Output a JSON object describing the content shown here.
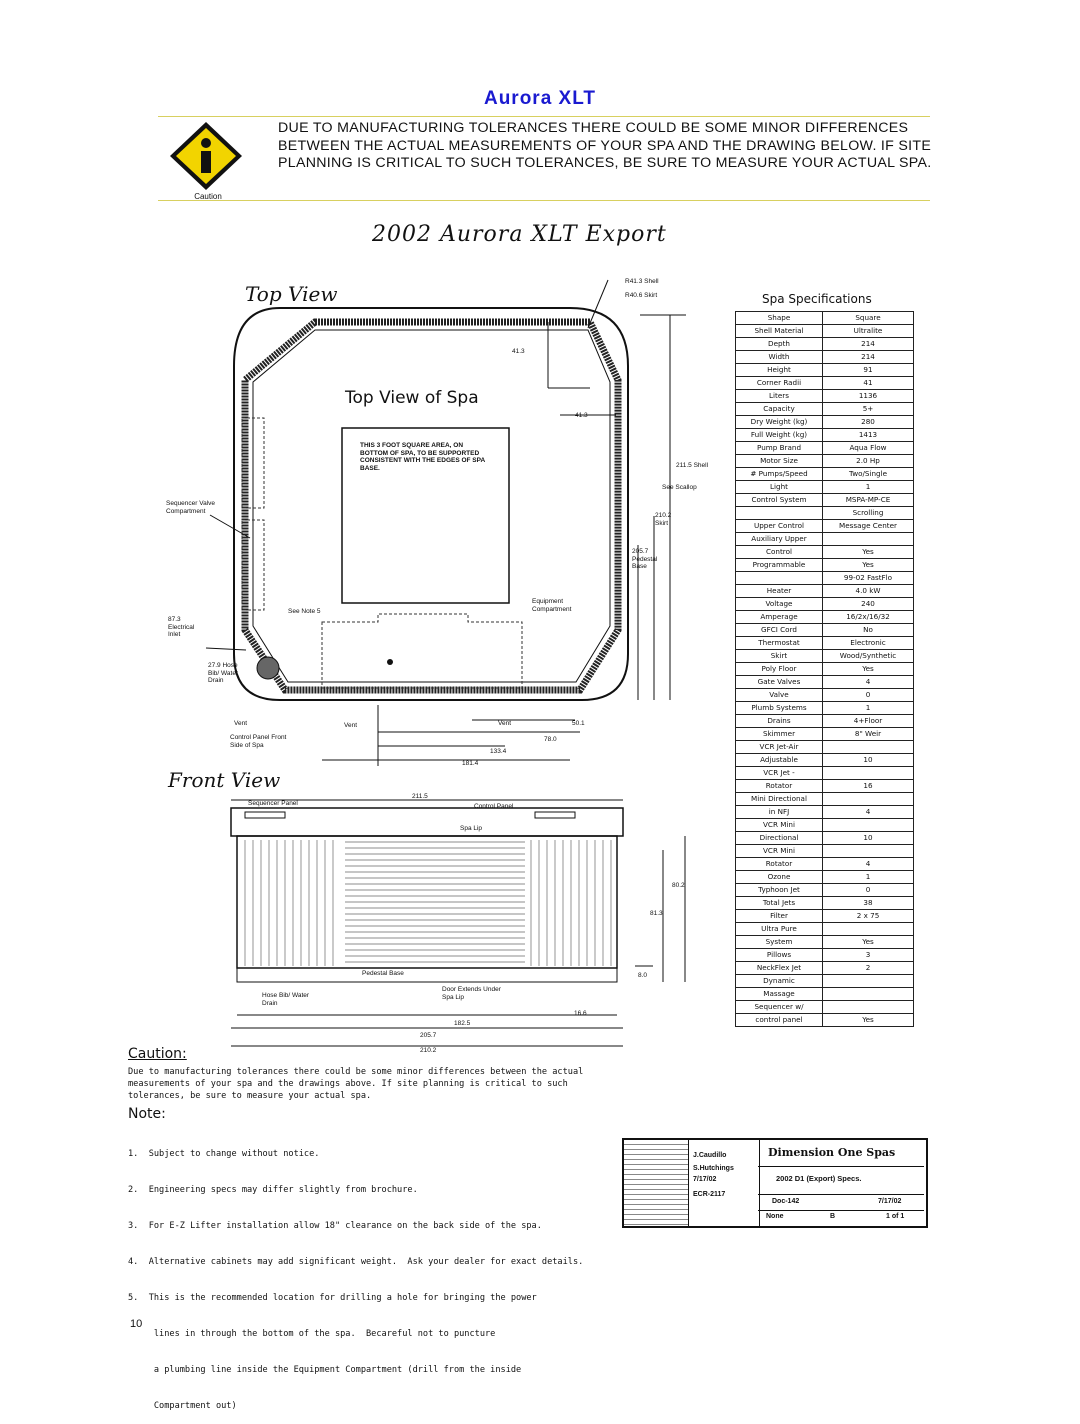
{
  "header": {
    "title": "Aurora XLT",
    "caution_text": "DUE TO MANUFACTURING TOLERANCES THERE COULD BE SOME MINOR DIFFERENCES BETWEEN THE ACTUAL MEASUREMENTS OF YOUR SPA AND THE DRAWING BELOW. IF SITE PLANNING IS CRITICAL TO SUCH TOLERANCES, BE SURE TO MEASURE YOUR ACTUAL SPA.",
    "caution_icon_label": "Caution"
  },
  "drawing": {
    "title": "2002 Aurora XLT Export",
    "top_view_title": "Top View",
    "top_view_of_spa": "Top View of Spa",
    "square_area_note": "THIS 3 FOOT SQUARE AREA, ON BOTTOM OF SPA, TO BE SUPPORTED CONSISTENT WITH THE EDGES OF SPA BASE.",
    "dims": {
      "r_shell": "R41.3 Shell",
      "r_skirt": "R40.6 Skirt",
      "d41_3a": "41.3",
      "d41_3b": "41.3",
      "d211_5_shell": "211.5 Shell",
      "see_scallop": "See Scallop",
      "d210_2_skirt": "210.2 Skirt",
      "d205_7_ped": "205.7 Pedestal Base",
      "sequencer_valve": "Sequencer Valve Compartment",
      "d87_3": "87.3 Electrical Inlet",
      "see_note_5": "See Note 5",
      "equip_comp": "Equipment Compartment",
      "d27_9": "27.9 Hose Bib/ Water Drain",
      "vent_left": "Vent",
      "vent_mid": "Vent",
      "vent_right": "Vent",
      "control_panel": "Control Panel Front Side of Spa",
      "d50_1": "50.1",
      "d78_0": "78.0",
      "d133_4": "133.4",
      "d181_4": "181.4"
    },
    "front_view_title": "Front View",
    "front": {
      "sequencer_panel": "Sequencer Panel",
      "control_panel": "Control Panel",
      "d211_5": "211.5",
      "spa_lip": "Spa Lip",
      "d80_2": "80.2",
      "d81_3": "81.3",
      "d8_0": "8.0",
      "pedestal_base": "Pedestal Base",
      "hose_bib": "Hose Bib/ Water Drain",
      "door_extends": "Door Extends Under Spa Lip",
      "d16_6": "16.6",
      "d182_5": "182.5",
      "d205_7": "205.7",
      "d210_2": "210.2"
    }
  },
  "specs": {
    "title": "Spa Specifications",
    "rows": [
      [
        "Shape",
        "Square"
      ],
      [
        "Shell Material",
        "Ultralite"
      ],
      [
        "Depth",
        "214"
      ],
      [
        "Width",
        "214"
      ],
      [
        "Height",
        "91"
      ],
      [
        "Corner Radii",
        "41"
      ],
      [
        "Liters",
        "1136"
      ],
      [
        "Capacity",
        "5+"
      ],
      [
        "Dry Weight (kg)",
        "280"
      ],
      [
        "Full Weight (kg)",
        "1413"
      ],
      [
        "Pump Brand",
        "Aqua Flow"
      ],
      [
        "Motor Size",
        "2.0 Hp"
      ],
      [
        "# Pumps/Speed",
        "Two/Single"
      ],
      [
        "Light",
        "1"
      ],
      [
        "Control System",
        "MSPA-MP-CE"
      ],
      [
        "",
        "Scrolling"
      ],
      [
        "Upper Control",
        "Message Center"
      ],
      [
        "Auxiliary Upper",
        ""
      ],
      [
        "Control",
        "Yes"
      ],
      [
        "Programmable",
        "Yes"
      ],
      [
        "",
        "99-02 FastFlo"
      ],
      [
        "Heater",
        "4.0 kW"
      ],
      [
        "Voltage",
        "240"
      ],
      [
        "Amperage",
        "16/2x/16/32"
      ],
      [
        "GFCI Cord",
        "No"
      ],
      [
        "Thermostat",
        "Electronic"
      ],
      [
        "Skirt",
        "Wood/Synthetic"
      ],
      [
        "Poly Floor",
        "Yes"
      ],
      [
        "Gate Valves",
        "4"
      ],
      [
        "Valve",
        "0"
      ],
      [
        "Plumb Systems",
        "1"
      ],
      [
        "Drains",
        "4+Floor"
      ],
      [
        "Skimmer",
        "8\" Weir"
      ],
      [
        "VCR Jet-Air",
        ""
      ],
      [
        "Adjustable",
        "10"
      ],
      [
        "VCR Jet -",
        ""
      ],
      [
        "Rotator",
        "16"
      ],
      [
        "Mini Directional",
        ""
      ],
      [
        "in NFJ",
        "4"
      ],
      [
        "VCR Mini",
        ""
      ],
      [
        "Directional",
        "10"
      ],
      [
        "VCR Mini",
        ""
      ],
      [
        "Rotator",
        "4"
      ],
      [
        "Ozone",
        "1"
      ],
      [
        "Typhoon Jet",
        "0"
      ],
      [
        "Total Jets",
        "38"
      ],
      [
        "Filter",
        "2 x 75"
      ],
      [
        "Ultra Pure",
        ""
      ],
      [
        "System",
        "Yes"
      ],
      [
        "Pillows",
        "3"
      ],
      [
        "NeckFlex Jet",
        "2"
      ],
      [
        "Dynamic",
        ""
      ],
      [
        "Massage",
        ""
      ],
      [
        "Sequencer w/",
        ""
      ],
      [
        "control panel",
        "Yes"
      ]
    ]
  },
  "caution_block": {
    "heading": "Caution:",
    "text": "Due to manufacturing tolerances there could be some minor differences between the actual measurements of your spa and the drawings above. If site planning is critical to such tolerances, be sure to measure your actual spa."
  },
  "note_block": {
    "heading": "Note:",
    "items": [
      "1.  Subject to change without notice.",
      "2.  Engineering specs may differ slightly from brochure.",
      "3.  For E-Z Lifter installation allow 18\" clearance on the back side of the spa.",
      "4.  Alternative cabinets may add significant weight.  Ask your dealer for exact details.",
      "5.  This is the recommended location for drilling a hole for bringing the power",
      "     lines in through the bottom of the spa.  Becareful not to puncture",
      "     a plumbing line inside the Equipment Compartment (drill from the inside",
      "     Compartment out)"
    ]
  },
  "title_block": {
    "drawn_by": "J.Caudillo",
    "engineer": "S.Hutchings",
    "date1": "7/17/02",
    "ecr": "ECR-2117",
    "company": "Dimension One Spas",
    "drawing_title": "2002 D1 (Export) Specs.",
    "doc_no": "Doc-142",
    "rev_date": "7/17/02",
    "scale": "None",
    "rev": "B",
    "sheet": "1 of 1"
  },
  "footer": {
    "page_number": "10"
  }
}
